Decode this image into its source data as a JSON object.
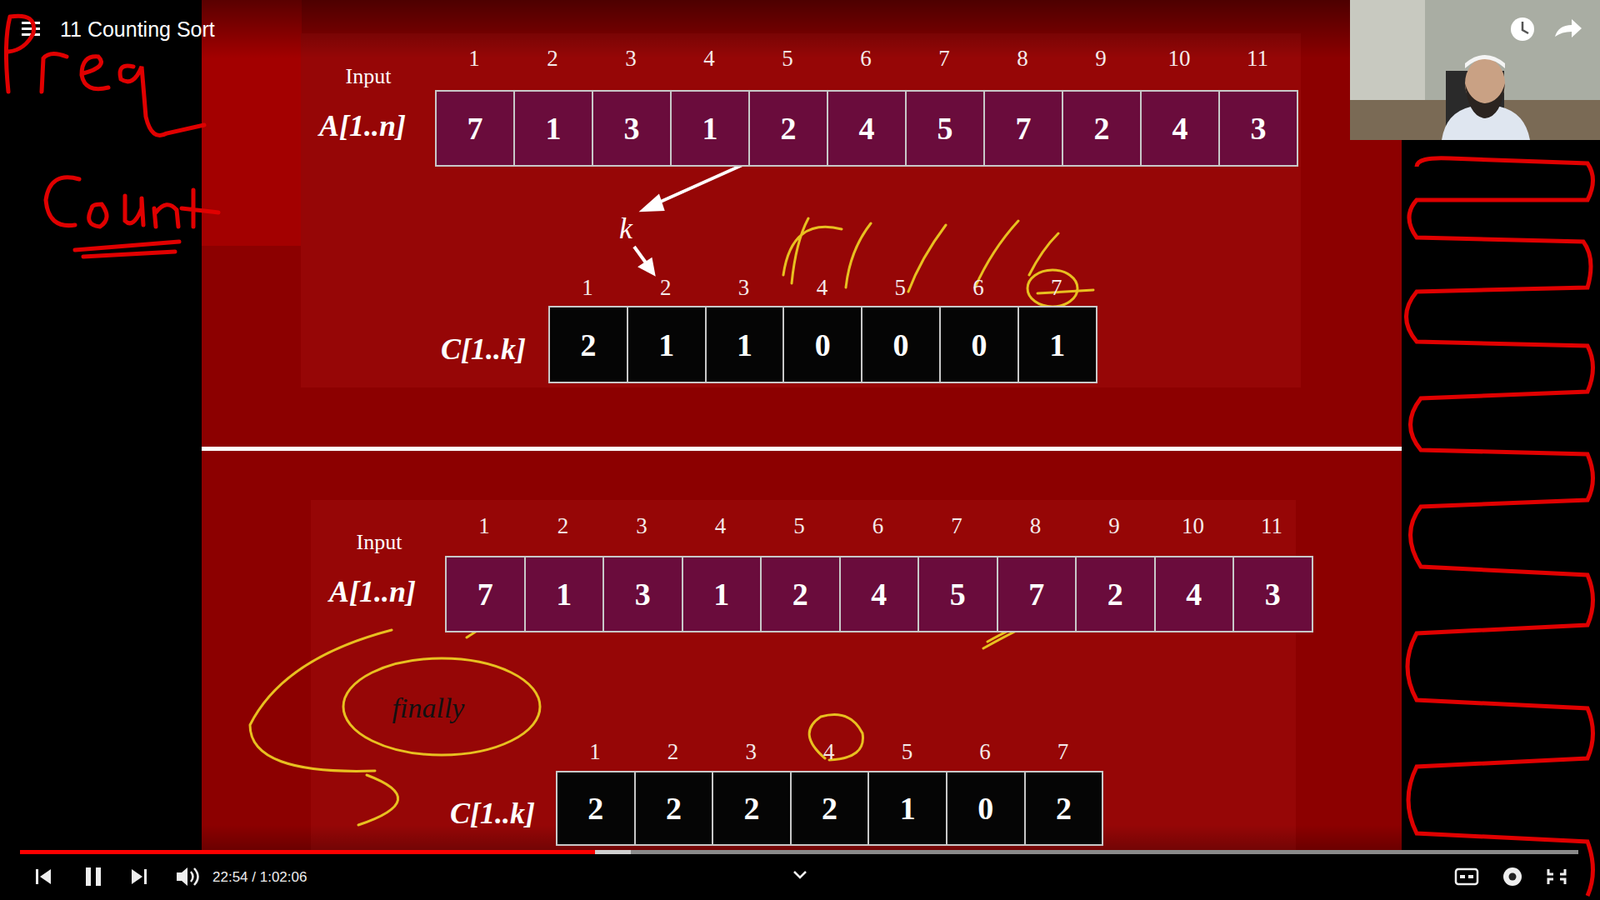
{
  "diagram": {
    "title": "11 Counting Sort",
    "labels": [
      "Input",
      "A[1..n]",
      "1",
      "2",
      "3",
      "4",
      "5",
      "6",
      "7",
      "8",
      "9",
      "10",
      "11",
      "7",
      "1",
      "3",
      "1",
      "2",
      "4",
      "5",
      "7",
      "2",
      "4",
      "3",
      "k",
      "1",
      "2",
      "3",
      "4",
      "5",
      "6",
      "7",
      "C[1..k]",
      "2",
      "1",
      "1",
      "0",
      "0",
      "0",
      "1",
      "Input",
      "A[1..n]",
      "1",
      "2",
      "3",
      "4",
      "5",
      "6",
      "7",
      "8",
      "9",
      "10",
      "11",
      "7",
      "1",
      "3",
      "1",
      "2",
      "4",
      "5",
      "7",
      "2",
      "4",
      "3",
      "finally",
      "1",
      "2",
      "3",
      "4",
      "5",
      "6",
      "7",
      "C[1..k]",
      "2",
      "2",
      "2",
      "2",
      "1",
      "0",
      "2",
      "22:54 / 1:02:06"
    ]
  }
}
